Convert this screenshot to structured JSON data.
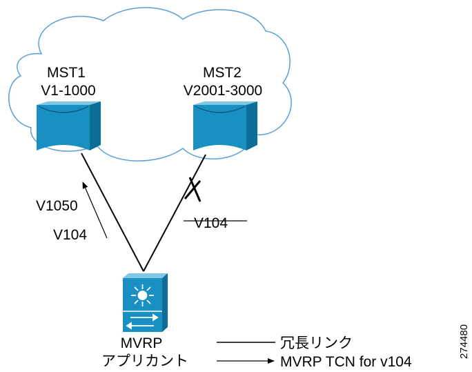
{
  "colors": {
    "cloud_stroke": "#5a9fd4",
    "switch_front": "#1a8fc2",
    "switch_side": "#0c6d99",
    "switch_top": "#7ec7e6",
    "line": "#000000",
    "background": "#ffffff"
  },
  "icons": {
    "mst_switch": "layer2-switch-icon",
    "mvrp_device": "multilayer-switch-icon",
    "blocked_link": "x-mark-icon"
  },
  "cloud": {
    "mst1": {
      "name": "MST1",
      "vlans": "V1-1000"
    },
    "mst2": {
      "name": "MST2",
      "vlans": "V2001-3000"
    }
  },
  "links": {
    "left_labels": [
      "V1050",
      "V104"
    ],
    "right_label": "V104"
  },
  "device": {
    "line1": "MVRP",
    "line2": "アプリカント"
  },
  "legend": {
    "redundant_link": "冗長リンク",
    "tcn": "MVRP TCN for v104"
  },
  "figure_id": "274480"
}
